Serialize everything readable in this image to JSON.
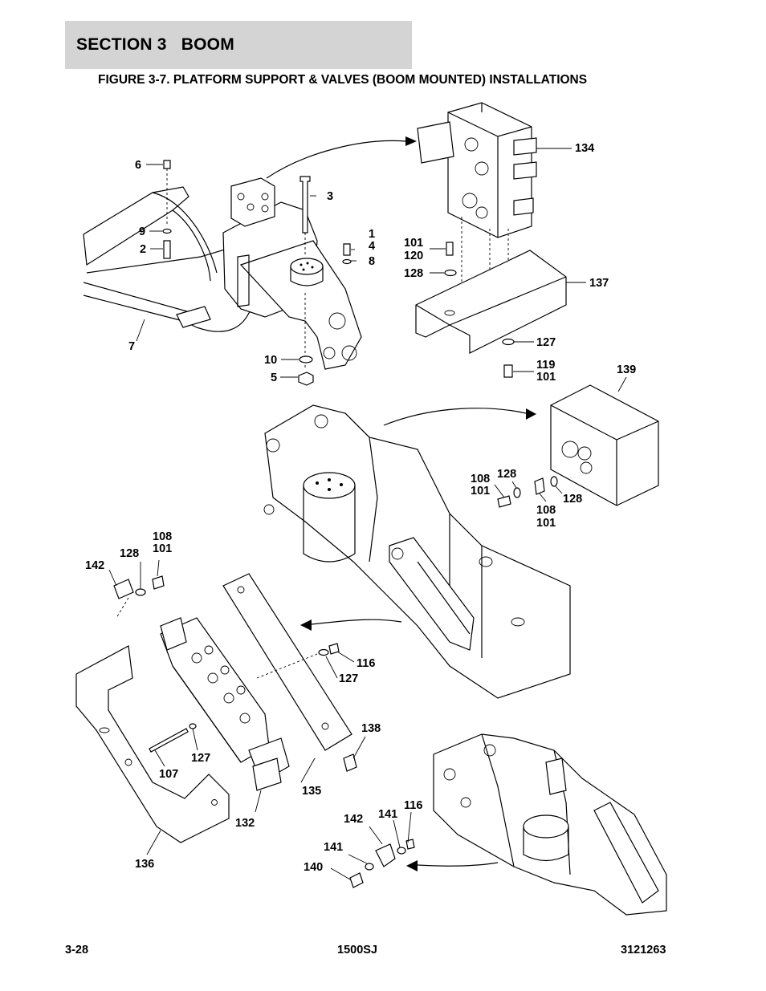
{
  "section": {
    "title": "SECTION 3   BOOM"
  },
  "figure": {
    "title": "FIGURE 3-7. PLATFORM SUPPORT & VALVES (BOOM MOUNTED) INSTALLATIONS"
  },
  "callouts": [
    {
      "id": "c-6",
      "text": "6"
    },
    {
      "id": "c-3",
      "text": "3"
    },
    {
      "id": "c-9",
      "text": "9"
    },
    {
      "id": "c-2",
      "text": "2"
    },
    {
      "id": "c-1",
      "text": "1"
    },
    {
      "id": "c-4",
      "text": "4"
    },
    {
      "id": "c-8",
      "text": "8"
    },
    {
      "id": "c-7",
      "text": "7"
    },
    {
      "id": "c-10",
      "text": "10"
    },
    {
      "id": "c-5",
      "text": "5"
    },
    {
      "id": "c-134",
      "text": "134"
    },
    {
      "id": "c-101a",
      "text": "101"
    },
    {
      "id": "c-120",
      "text": "120"
    },
    {
      "id": "c-128a",
      "text": "128"
    },
    {
      "id": "c-137",
      "text": "137"
    },
    {
      "id": "c-127a",
      "text": "127"
    },
    {
      "id": "c-119",
      "text": "119"
    },
    {
      "id": "c-101b",
      "text": "101"
    },
    {
      "id": "c-139",
      "text": "139"
    },
    {
      "id": "c-108a",
      "text": "108"
    },
    {
      "id": "c-101c",
      "text": "101"
    },
    {
      "id": "c-128b",
      "text": "128"
    },
    {
      "id": "c-108b",
      "text": "108"
    },
    {
      "id": "c-101d",
      "text": "101"
    },
    {
      "id": "c-128c",
      "text": "128"
    },
    {
      "id": "c-108c",
      "text": "108"
    },
    {
      "id": "c-101e",
      "text": "101"
    },
    {
      "id": "c-128d",
      "text": "128"
    },
    {
      "id": "c-142a",
      "text": "142"
    },
    {
      "id": "c-116a",
      "text": "116"
    },
    {
      "id": "c-127b",
      "text": "127"
    },
    {
      "id": "c-138",
      "text": "138"
    },
    {
      "id": "c-127c",
      "text": "127"
    },
    {
      "id": "c-107",
      "text": "107"
    },
    {
      "id": "c-135",
      "text": "135"
    },
    {
      "id": "c-132",
      "text": "132"
    },
    {
      "id": "c-136",
      "text": "136"
    },
    {
      "id": "c-116b",
      "text": "116"
    },
    {
      "id": "c-141a",
      "text": "141"
    },
    {
      "id": "c-142b",
      "text": "142"
    },
    {
      "id": "c-141b",
      "text": "141"
    },
    {
      "id": "c-140",
      "text": "140"
    }
  ],
  "footer": {
    "page": "3-28",
    "model": "1500SJ",
    "doc_number": "3121263"
  }
}
